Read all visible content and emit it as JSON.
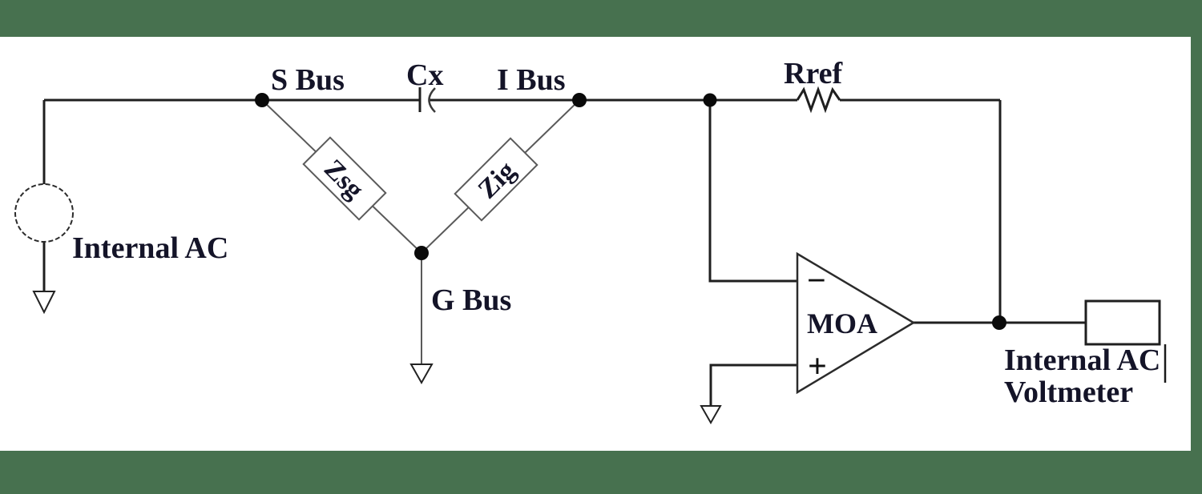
{
  "frame": {
    "color": "#47714f"
  },
  "colors": {
    "background": "#ffffff",
    "wire": "#1f1f1f",
    "text": "#141428"
  },
  "diagram": {
    "source": {
      "label": "Internal AC"
    },
    "buses": {
      "s_bus": "S Bus",
      "i_bus": "I Bus",
      "g_bus": "G Bus"
    },
    "capacitor": {
      "label": "Cx"
    },
    "impedances": {
      "zsg": "Zsg",
      "zig": "Zig"
    },
    "resistor": {
      "label": "Rref"
    },
    "opamp": {
      "label": "MOA",
      "inverting_input": "−",
      "noninverting_input": "+"
    },
    "voltmeter": {
      "label_line1": "Internal AC",
      "label_line2": "Voltmeter"
    }
  }
}
